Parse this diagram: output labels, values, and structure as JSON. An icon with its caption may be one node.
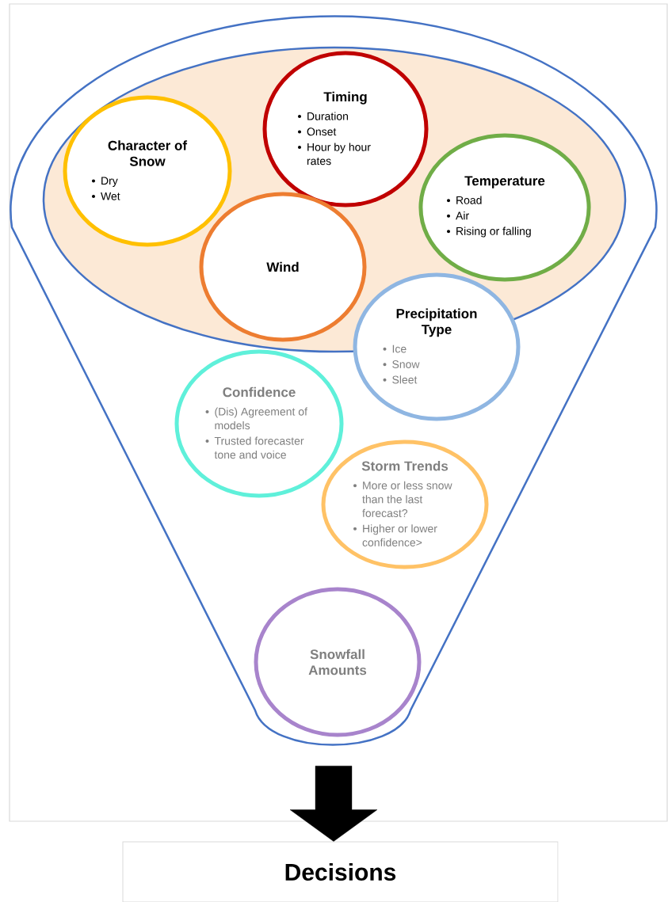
{
  "diagram": {
    "nodes": [
      {
        "text": [],
        "shape": "funnel"
      },
      {
        "text": [
          "Character of Snow",
          "Dry",
          "Wet"
        ],
        "in": 0
      },
      {
        "text": [
          "Timing",
          "Duration",
          "Onset",
          "Hour by hour rates"
        ],
        "in": 0
      },
      {
        "text": [
          "Temperature",
          "Road",
          "Air",
          "Rising or falling"
        ],
        "in": 0
      },
      {
        "text": [
          "Wind"
        ],
        "in": 0
      },
      {
        "text": [
          "Precipitation Type",
          "Ice",
          "Snow",
          "Sleet"
        ],
        "in": 0
      },
      {
        "text": [
          "Confidence",
          "(Dis) Agreement of models",
          "Trusted forecaster tone and voice"
        ],
        "in": 0
      },
      {
        "text": [
          "Storm Trends",
          "More or less snow than the last forecast?",
          "Higher or lower confidence>"
        ],
        "in": 0
      },
      {
        "text": [
          "Snowfall Amounts"
        ],
        "in": 0
      },
      {
        "text": [
          "Decisions"
        ]
      }
    ],
    "edges": [
      {
        "from": 0,
        "to": 9,
        "arrow": "to",
        "style": "thick"
      }
    ]
  }
}
